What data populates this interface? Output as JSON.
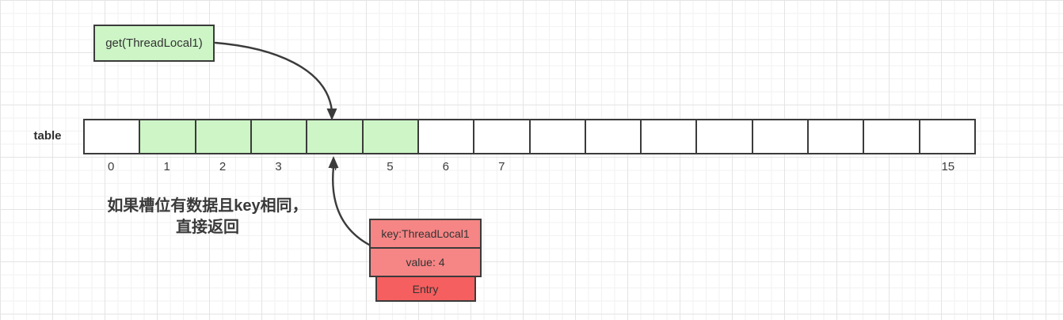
{
  "get_box": {
    "label": "get(ThreadLocal1)"
  },
  "table": {
    "label": "table",
    "cells": [
      {
        "index": "0",
        "highlighted": false
      },
      {
        "index": "1",
        "highlighted": true
      },
      {
        "index": "2",
        "highlighted": true
      },
      {
        "index": "3",
        "highlighted": true
      },
      {
        "index": "4",
        "highlighted": true
      },
      {
        "index": "5",
        "highlighted": true
      },
      {
        "index": "6",
        "highlighted": false
      },
      {
        "index": "7",
        "highlighted": false
      },
      {
        "index": "",
        "highlighted": false
      },
      {
        "index": "",
        "highlighted": false
      },
      {
        "index": "",
        "highlighted": false
      },
      {
        "index": "",
        "highlighted": false
      },
      {
        "index": "",
        "highlighted": false
      },
      {
        "index": "",
        "highlighted": false
      },
      {
        "index": "",
        "highlighted": false
      },
      {
        "index": "15",
        "highlighted": false
      }
    ]
  },
  "annotation": {
    "line1": "如果槽位有数据且key相同，",
    "line2": "直接返回"
  },
  "entry": {
    "key_label": "key:ThreadLocal1",
    "value_label": "value: 4",
    "type_label": "Entry"
  },
  "colors": {
    "highlight-green": "#cdf5c6",
    "entry-salmon": "#f68585",
    "entry-red": "#f65f5f",
    "stroke-dark": "#3b3b3b"
  }
}
